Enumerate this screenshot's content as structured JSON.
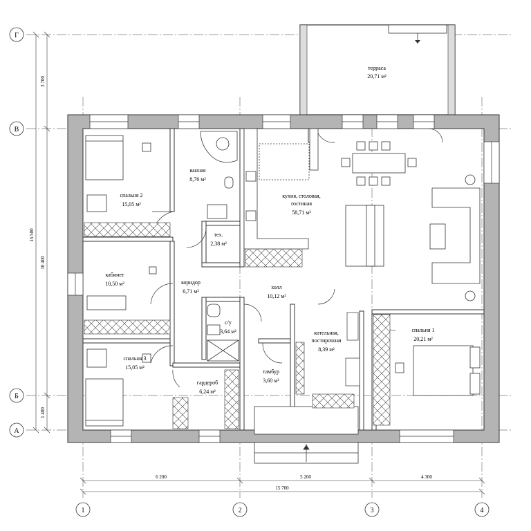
{
  "axes_rows": [
    {
      "id": "row-G",
      "label": "Г"
    },
    {
      "id": "row-V",
      "label": "В"
    },
    {
      "id": "row-B",
      "label": "Б"
    },
    {
      "id": "row-A",
      "label": "А"
    }
  ],
  "axes_cols": [
    {
      "id": "col-1",
      "label": "1"
    },
    {
      "id": "col-2",
      "label": "2"
    },
    {
      "id": "col-3",
      "label": "3"
    },
    {
      "id": "col-4",
      "label": "4"
    }
  ],
  "dims": {
    "top_left_v": "3 700",
    "total_v": "15 500",
    "mid_v": "10 400",
    "bottom_v": "1 400",
    "h1": "6 200",
    "h2": "5 200",
    "h3": "4 300",
    "h_total": "15 700"
  },
  "rooms": [
    {
      "key": "terrace",
      "name": "терраса",
      "area": "20,71 м²"
    },
    {
      "key": "bedroom2",
      "name": "спальня 2",
      "area": "15,05 м²"
    },
    {
      "key": "bathroom",
      "name": "ванная",
      "area": "8,76 м²"
    },
    {
      "key": "kitchen",
      "name": "кухня, столовая, гостиная",
      "line1": "кухня, столовая,",
      "line2": "гостиная",
      "area": "58,71 м²"
    },
    {
      "key": "tech",
      "name": "тех.",
      "area": "2,38 м²"
    },
    {
      "key": "office",
      "name": "кабинет",
      "area": "10,50 м²"
    },
    {
      "key": "corridor",
      "name": "коридор",
      "area": "6,71 м²"
    },
    {
      "key": "hall",
      "name": "холл",
      "area": "10,12 м²"
    },
    {
      "key": "wc",
      "name": "с/у",
      "area": "3,64 м²"
    },
    {
      "key": "boiler",
      "name": "котельная, постирочная",
      "line1": "котельная,",
      "line2": "постирочная",
      "area": "8,39 м²"
    },
    {
      "key": "bedroom1",
      "name": "спальня 1",
      "area": "20,21 м²"
    },
    {
      "key": "bedroom3",
      "name": "спальня 3",
      "area": "15,05 м²"
    },
    {
      "key": "vestibule",
      "name": "тамбур",
      "area": "3,60 м²"
    },
    {
      "key": "wardrobe",
      "name": "гардероб",
      "area": "6,24 м²"
    }
  ]
}
